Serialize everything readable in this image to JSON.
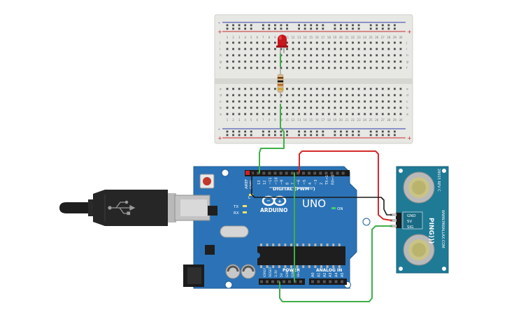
{
  "breadboard": {
    "columns": [
      "1",
      "2",
      "3",
      "4",
      "5",
      "6",
      "7",
      "8",
      "9",
      "10",
      "11",
      "12",
      "13",
      "14",
      "15",
      "16",
      "17",
      "18",
      "19",
      "20",
      "21",
      "22",
      "23",
      "24",
      "25",
      "26",
      "27",
      "28",
      "29",
      "30"
    ],
    "rows_top": [
      "j",
      "i",
      "h",
      "g",
      "f"
    ],
    "rows_bottom": [
      "e",
      "d",
      "c",
      "b",
      "a"
    ],
    "plus": "+",
    "minus": "-"
  },
  "arduino": {
    "brand": "ARDUINO",
    "model": "UNO",
    "aref": "AREF",
    "gnd": "GND",
    "tx": "TX",
    "rx": "RX",
    "l": "L",
    "on": "ON",
    "digital_label": "DIGITAL (PWM~)",
    "digital_pins": [
      "13",
      "12",
      "~11",
      "~10",
      "~9",
      "8",
      "7",
      "~6",
      "~5",
      "4",
      "~3",
      "2",
      "TX→1",
      "RX←0"
    ],
    "power_label": "POWER",
    "power_pins": [
      "IOREF",
      "RESET",
      "3.3V",
      "5V",
      "GND",
      "GND",
      "Vin"
    ],
    "analog_label": "ANALOG IN",
    "analog_pins": [
      "A0",
      "A1",
      "A2",
      "A3",
      "A4",
      "A5"
    ]
  },
  "sensor": {
    "name": "PING)))",
    "rev": "28015 REV C",
    "site": "WWW.PARALLAX.COM",
    "pins": [
      "GND",
      "5V",
      "SIG"
    ]
  },
  "colors": {
    "board_blue": "#2b73b6",
    "wire_green": "#3fae49",
    "wire_red": "#d42a2a",
    "wire_black": "#1a1a1a",
    "led_red": "#c8161d",
    "sensor_teal": "#1f7a95"
  }
}
